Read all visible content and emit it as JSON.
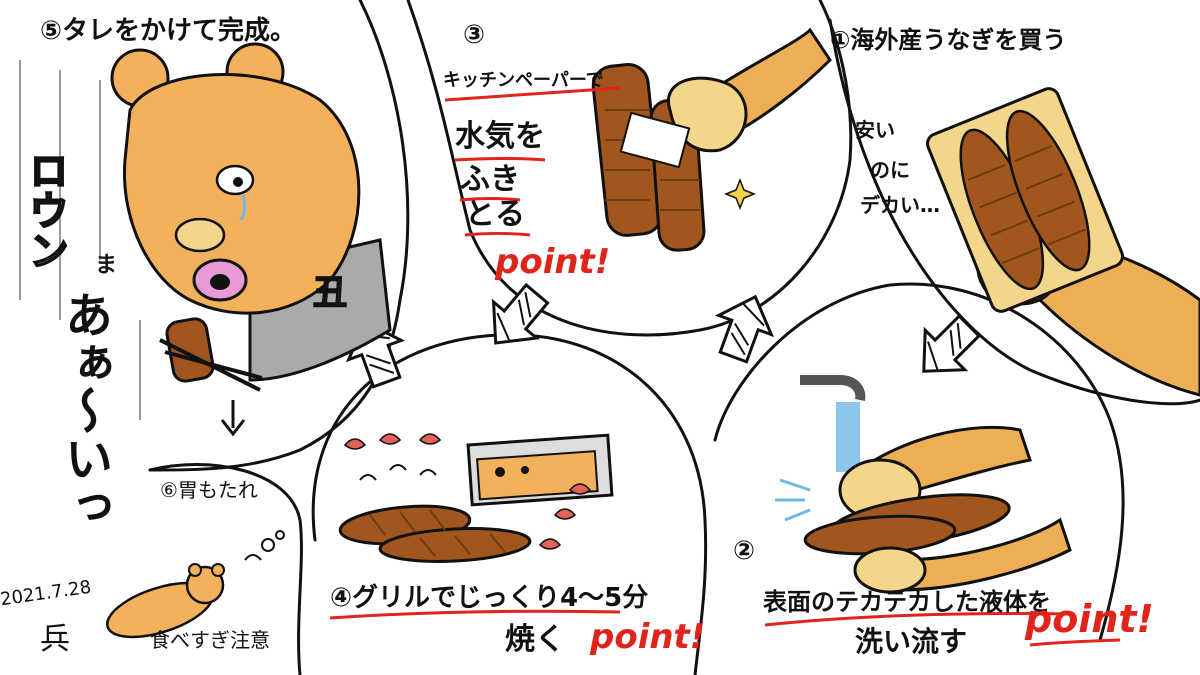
{
  "colors": {
    "line": "#111111",
    "accent_red": "#e0241c",
    "eel": "#a0561c",
    "eel_dark": "#6e3a12",
    "skin": "#f3b15c",
    "hand": "#f4d68a",
    "arm": "#eeae55",
    "water": "#6fb8e6",
    "collar": "#a9aaa9",
    "lip": "#e99ad6",
    "flame": "#e4605a"
  },
  "step1": {
    "title": "①海外産うなぎを買う",
    "comment_line1": "安い",
    "comment_line2": "のに",
    "comment_line3": "デカい…"
  },
  "step2": {
    "number": "②",
    "caption": "表面のテカテカした液体を",
    "caption2": "洗い流す",
    "point": "point!"
  },
  "step3": {
    "number": "③",
    "line1": "キッチンペーパーで",
    "line2": "水気を",
    "line3": "ふき",
    "line4": "とる",
    "point": "point!"
  },
  "step4": {
    "caption": "④グリルでじっくり4〜5分",
    "caption2": "焼く",
    "point": "point!"
  },
  "step5": {
    "title": "⑤タレをかけて完成。",
    "sfx": "ロウン",
    "shout_small": "ま",
    "shout": "あぁ〜いっ",
    "collar_mark": "丑"
  },
  "step6": {
    "title": "⑥胃もたれ",
    "warning": "食べすぎ注意"
  },
  "signature": {
    "date": "2021.7.28",
    "name": "兵"
  }
}
